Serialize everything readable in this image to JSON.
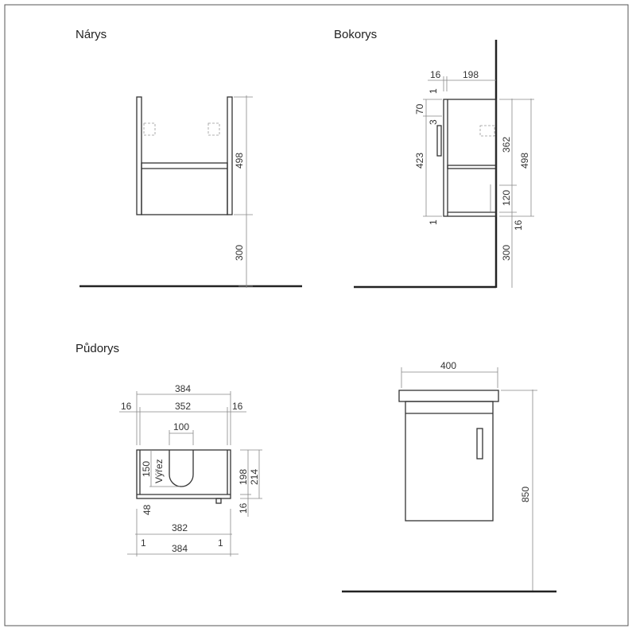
{
  "views": {
    "front": {
      "title": "Nárys",
      "dims": [
        "498",
        "300"
      ]
    },
    "side": {
      "title": "Bokorys",
      "dims": {
        "depth_panel": "16",
        "depth": "198",
        "top_gap": "1",
        "top_rail": "70",
        "gap": "3",
        "front_height": "423",
        "bottom_gap": "1",
        "upper": "362",
        "lower": "120",
        "base": "16",
        "total": "498",
        "mount": "300"
      }
    },
    "plan": {
      "title": "Půdorys",
      "dims": {
        "outer_top": "384",
        "left_panel": "16",
        "inner": "352",
        "right_panel": "16",
        "cutout_width": "100",
        "cutout_depth": "150",
        "cutout_label": "Výřez",
        "depth": "198",
        "total_depth": "214",
        "front": "16",
        "offset": "48",
        "front_width": "382",
        "left_gap": "1",
        "right_gap": "1",
        "outer_bottom": "384"
      }
    },
    "iso": {
      "dims": {
        "width": "400",
        "height": "850"
      }
    }
  }
}
